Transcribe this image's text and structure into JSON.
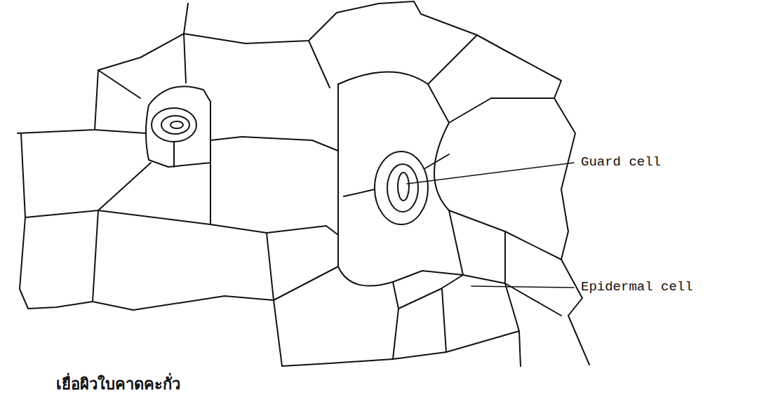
{
  "diagram": {
    "caption": "เยื่อผิวใบคาดคะกั่ว",
    "labels": [
      "Guard cell",
      "Epidermal cell"
    ]
  }
}
